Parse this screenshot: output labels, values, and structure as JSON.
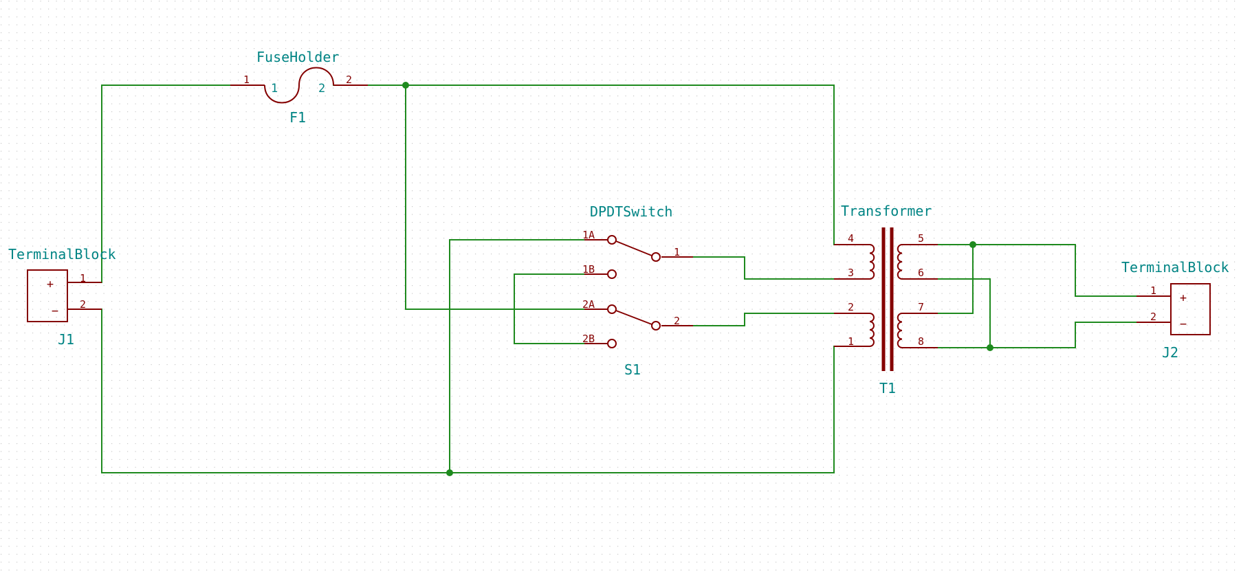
{
  "colors": {
    "wire": "#1e8a1e",
    "body": "#840000",
    "label": "#008484",
    "grid": "#c8c8c8",
    "background": "#ffffff"
  },
  "components": {
    "J1": {
      "ref": "J1",
      "value": "TerminalBlock",
      "pin1": "1",
      "pin2": "2",
      "plus": "+",
      "minus": "−"
    },
    "J2": {
      "ref": "J2",
      "value": "TerminalBlock",
      "pin1": "1",
      "pin2": "2",
      "plus": "+",
      "minus": "−"
    },
    "F1": {
      "ref": "F1",
      "value": "FuseHolder",
      "pin1": "1",
      "pin2": "2",
      "name1": "1",
      "name2": "2"
    },
    "S1": {
      "ref": "S1",
      "value": "DPDTSwitch",
      "pin1A": "1A",
      "pin1B": "1B",
      "pin2A": "2A",
      "pin2B": "2B",
      "pin1": "1",
      "pin2": "2"
    },
    "T1": {
      "ref": "T1",
      "value": "Transformer",
      "pins": [
        "1",
        "2",
        "3",
        "4",
        "5",
        "6",
        "7",
        "8"
      ]
    }
  }
}
